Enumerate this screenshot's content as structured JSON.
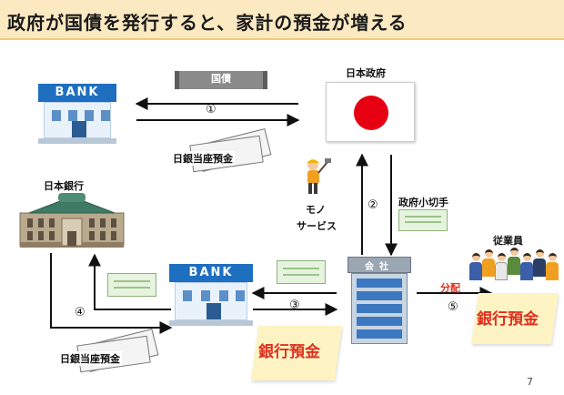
{
  "title": "政府が国債を発行すると、家計の預金が増える",
  "labels": {
    "government": "日本政府",
    "boj": "日本銀行",
    "bank_top": "BANK",
    "bank_bottom": "BANK",
    "bond": "国債",
    "boj_deposit_1": "日銀当座預金",
    "boj_deposit_2": "日銀当座預金",
    "goods": "モノ",
    "services": "サービス",
    "gov_check": "政府小切手",
    "company": "会社",
    "employees": "従業員",
    "distribution": "分配",
    "bank_deposit_1": "銀行預金",
    "bank_deposit_2": "銀行預金"
  },
  "steps": {
    "s1": "①",
    "s2": "②",
    "s3": "③",
    "s4": "④",
    "s5": "⑤"
  },
  "page_number": "7",
  "colors": {
    "arrow": "#111111",
    "accent_red": "#e0301e",
    "bank_blue": "#1f6fc0",
    "title_bg": "#fbe9c2"
  }
}
